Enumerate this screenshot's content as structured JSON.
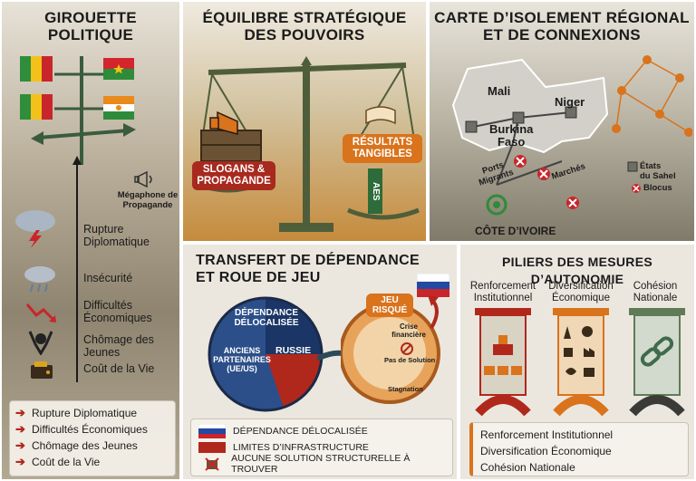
{
  "panel1": {
    "title_line1": "GIROUETTE",
    "title_line2": "POLITIQUE",
    "megaphone_label_line1": "Mégaphone de",
    "megaphone_label_line2": "Propagande",
    "items": [
      {
        "label_line1": "Rupture",
        "label_line2": "Diplomatique",
        "icon": "storm-cloud-icon"
      },
      {
        "label_line1": "Insécurité",
        "label_line2": "",
        "icon": "rain-cloud-icon"
      },
      {
        "label_line1": "Difficultés",
        "label_line2": "Économiques",
        "icon": "falling-chart-icon"
      },
      {
        "label_line1": "Chômage des",
        "label_line2": "Jeunes",
        "icon": "raised-hands-icon"
      },
      {
        "label_line1": "Coût de la Vie",
        "label_line2": "",
        "icon": "wallet-icon"
      }
    ],
    "legend": [
      "Rupture Diplomatique",
      "Difficultés Économiques",
      "Chômage des Jeunes",
      "Coût de la Vie"
    ]
  },
  "panel2": {
    "title_line1": "ÉQUILIBRE STRATÉGIQUE",
    "title_line2": "DES POUVOIRS",
    "left_badge_line1": "SLOGANS &",
    "left_badge_line2": "PROPAGANDE",
    "right_badge_line1": "RÉSULTATS",
    "right_badge_line2": "TANGIBLES",
    "ribbon": "AES"
  },
  "panel3": {
    "title_line1": "CARTE D’ISOLEMENT RÉGIONAL",
    "title_line2": "ET DE CONNEXIONS",
    "countries": [
      "Mali",
      "Niger",
      "Burkina",
      "Faso"
    ],
    "ports_line1": "Ports",
    "ports_line2": "Migrants",
    "marches": "Marchés",
    "cote": "CÔTE D’IVOIRE",
    "legend_sahel_line1": "États",
    "legend_sahel_line2": "du Sahel",
    "legend_blocus": "Blocus"
  },
  "panel4": {
    "title_line1": "TRANSFERT DE DÉPENDANCE",
    "title_line2": "ET ROUE DE JEU",
    "wheel_top_line1": "DÉPENDANCE",
    "wheel_top_line2": "DÉLOCALISÉE",
    "wheel_left_line1": "ANCIENS",
    "wheel_left_line2": "PARTENAIRES",
    "wheel_left_line3": "(UE/US)",
    "wheel_right": "RUSSIE",
    "jeu_line1": "JEU",
    "jeu_line2": "RISQUÉ",
    "crise_line1": "Crise",
    "crise_line2": "financière",
    "pas_solution": "Pas de Solution",
    "stagnation": "Stagnation",
    "legend": [
      "DÉPENDANCE DÉLOCALISÉE",
      "LIMITES D’INFRASTRUCTURE",
      "AUCUNE SOLUTION STRUCTURELLE À TROUVER"
    ]
  },
  "panel5": {
    "title": "PILIERS DES MESURES D’AUTONOMIE",
    "pillars": [
      {
        "line1": "Renforcement",
        "line2": "Institutionnel"
      },
      {
        "line1": "Diversification",
        "line2": "Économique"
      },
      {
        "line1": "Cohésion",
        "line2": "Nationale"
      }
    ],
    "legend": [
      "Renforcement Institutionnel",
      "Diversification Économique",
      "Cohésion Nationale"
    ]
  },
  "colors": {
    "red": "#b0281c",
    "orange": "#d9731c",
    "green": "#5f7b58",
    "navy": "#243b6b"
  }
}
